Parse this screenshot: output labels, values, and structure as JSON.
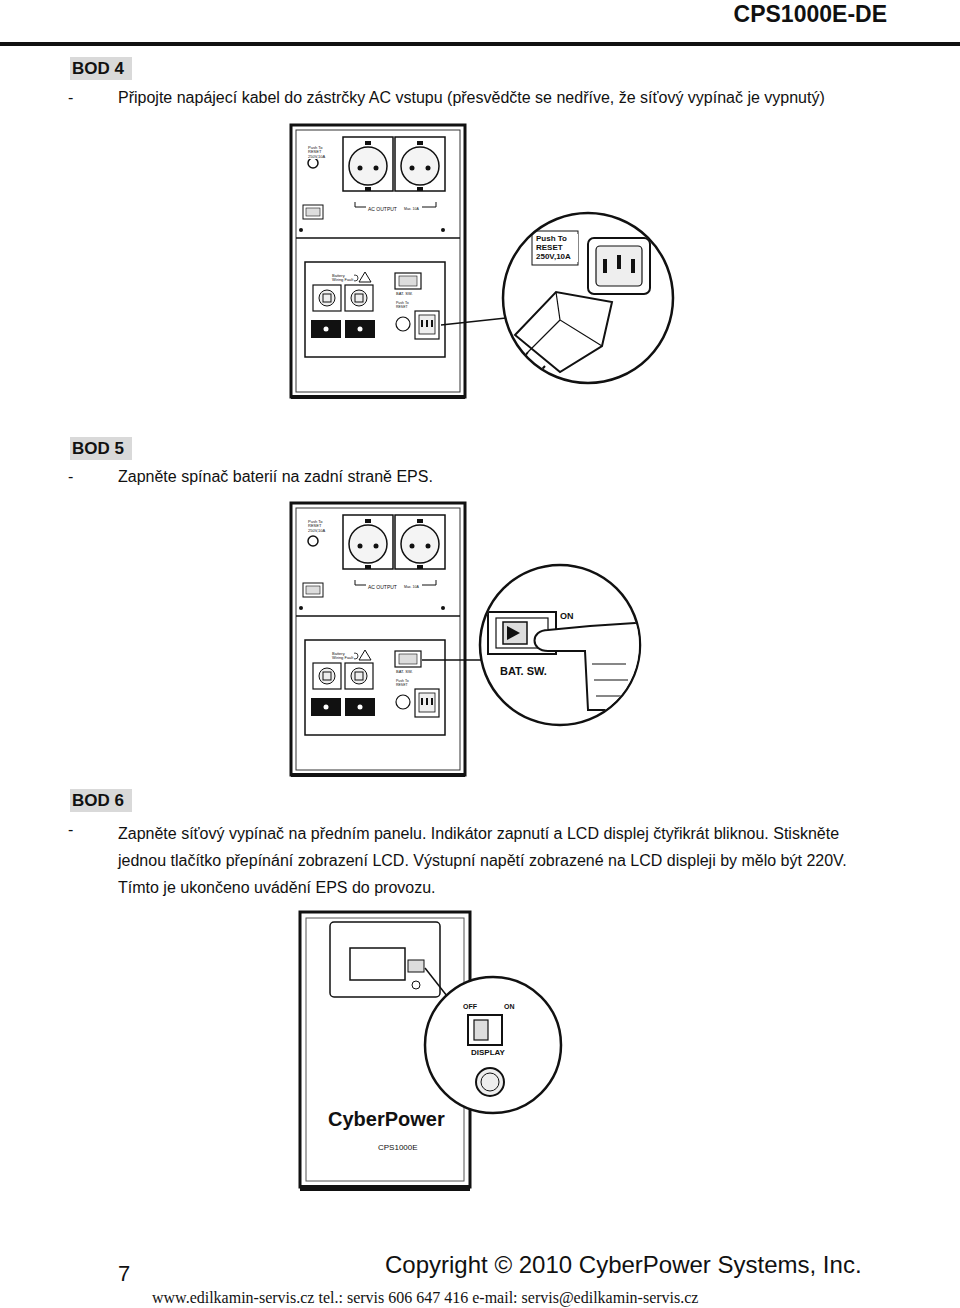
{
  "diagram": {
    "title": "CPS1000E-DE",
    "nodes": [
      {
        "text": [
          "BOD 4"
        ]
      },
      {
        "text": [
          "BOD 5"
        ]
      },
      {
        "text": [
          "BOD 6"
        ]
      }
    ],
    "labels": [
      "-",
      "Připojte napájecí kabel do zástrčky AC vstupu (přesvědčte se nedříve, že síťový vypínač je vypnutý)",
      "Push To RESET 250V,10A",
      "AC OUTPUT",
      "Max. 10A",
      "Battery Wiring Fault",
      "BAT. SW.",
      "Push To RESET",
      "Push To RESET 250V,10A",
      "-",
      "Zapněte spínač baterií na zadní straně EPS.",
      "Push To RESET 250V,10A",
      "AC OUTPUT",
      "Max. 10A",
      "Battery Wiring Fault",
      "BAT. SW.",
      "Push To RESET",
      "ON",
      "BAT. SW.",
      "-",
      "Zapněte síťový vypínač na předním panelu. Indikátor zapnutí a LCD displej čtyřikrát bliknou. Stiskněte jednou tlačítko přepínání zobrazení LCD. Výstupní napětí zobrazené na LCD displeji by mělo být 220V. Tímto je ukončeno uvádění EPS do provozu.",
      "OFF",
      "ON",
      "DISPLAY",
      "CyberPower",
      "CPS1000E",
      "7",
      "Copyright © 2010 CyberPower Systems, Inc.",
      "www.edilkamin-servis.cz tel.: servis 606 647 416 e-mail: servis@edilkamin-servis.cz"
    ]
  }
}
